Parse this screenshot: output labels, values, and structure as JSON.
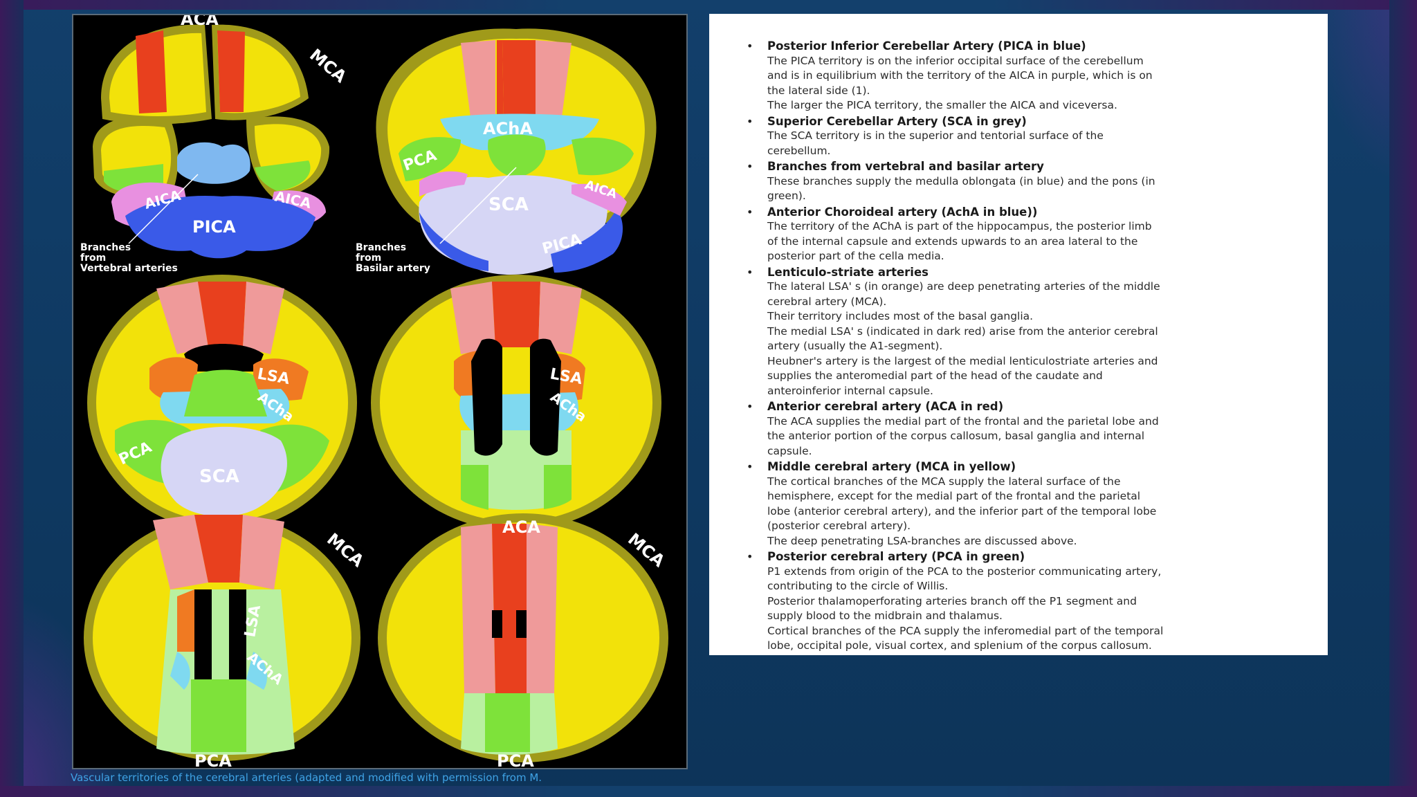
{
  "figure": {
    "labels": {
      "aca": "ACA",
      "mca": "MCA",
      "pca": "PCA",
      "aica": "AICA",
      "pica": "PICA",
      "acha": "AChA",
      "acha_lower": "ACha",
      "sca": "SCA",
      "lsa": "LSA"
    },
    "branches_vertebral": [
      "Branches",
      "from",
      "Vertebral arteries"
    ],
    "branches_basilar": [
      "Branches",
      "from",
      "Basilar artery"
    ],
    "colors": {
      "mca": "#f2e20a",
      "aca": "#e8401e",
      "aca_light": "#ef9a9a",
      "pca": "#7ee23a",
      "pca_light": "#b9f0a0",
      "acha": "#7fd9f0",
      "lsa": "#f07a22",
      "sca": "#d6d6f5",
      "pica": "#3a5ae8",
      "aica": "#e890e0",
      "cortex": "#a09a1a"
    }
  },
  "caption": "Vascular territories of the cerebral arteries (adapted and modified with permission from M.",
  "sections": [
    {
      "title": "Posterior Inferior Cerebellar Artery (PICA in blue)",
      "lines": [
        "The PICA territory is on the inferior occipital surface of the cerebellum",
        "and is in equilibrium with the territory of the AICA in purple, which is on",
        "the lateral side (1).",
        "The larger the PICA territory, the smaller the AICA and viceversa."
      ]
    },
    {
      "title": "Superior Cerebellar Artery (SCA in grey)",
      "lines": [
        "The SCA territory is in the superior and tentorial surface of the",
        "cerebellum."
      ]
    },
    {
      "title": "Branches from vertebral and basilar artery",
      "lines": [
        "These branches supply the medulla oblongata (in blue) and the pons (in",
        "green)."
      ]
    },
    {
      "title": "Anterior Choroideal artery (AchA in blue))",
      "lines": [
        "The territory of the AChA is part of the hippocampus, the posterior limb",
        "of the internal capsule and extends upwards to an area lateral to the",
        "posterior part of the cella media."
      ]
    },
    {
      "title": "Lenticulo-striate arteries",
      "lines": [
        "The lateral LSA' s (in orange) are deep penetrating arteries of the middle",
        "cerebral artery (MCA).",
        "Their territory includes most of the basal ganglia.",
        "The medial LSA' s (indicated in dark red) arise from the anterior cerebral",
        "artery (usually the A1-segment).",
        "Heubner's artery is the largest of the medial lenticulostriate arteries and",
        "supplies the anteromedial part of the head of the caudate and",
        "anteroinferior internal capsule."
      ]
    },
    {
      "title": "Anterior cerebral artery (ACA in red)",
      "lines": [
        "The ACA supplies the medial part of the frontal and the parietal lobe and",
        "the anterior portion of the corpus callosum, basal ganglia and internal",
        "capsule."
      ]
    },
    {
      "title": "Middle cerebral artery (MCA in yellow)",
      "lines": [
        "The cortical branches of the MCA supply the lateral surface of the",
        "hemisphere, except for the medial part of the frontal and the parietal",
        "lobe (anterior cerebral artery), and the inferior part of the temporal lobe",
        "(posterior cerebral artery).",
        "The deep penetrating LSA-branches are discussed above."
      ]
    },
    {
      "title": "Posterior cerebral artery (PCA in green)",
      "lines": [
        "P1 extends from origin of the PCA to the posterior communicating artery,",
        "contributing to the circle of Willis.",
        "Posterior thalamoperforating arteries branch off the P1 segment and",
        "supply blood to the midbrain and thalamus.",
        "Cortical branches of the PCA supply the inferomedial part of the temporal",
        "lobe, occipital pole, visual cortex, and splenium of the corpus callosum."
      ]
    }
  ]
}
